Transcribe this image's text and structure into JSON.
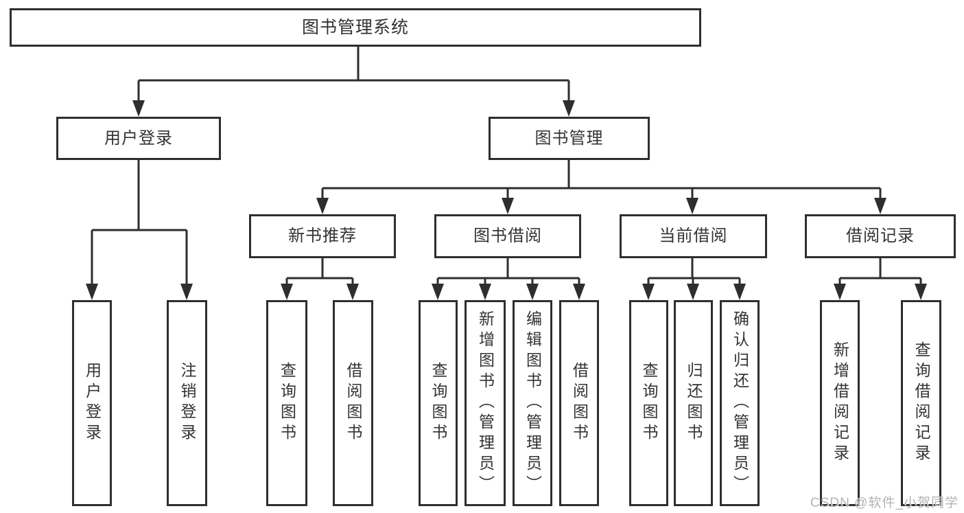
{
  "tree": {
    "root": {
      "label": "图书管理系统"
    },
    "user_login": {
      "label": "用户登录",
      "children": [
        {
          "label": "用户登录"
        },
        {
          "label": "注销登录"
        }
      ]
    },
    "book_mgmt": {
      "label": "图书管理",
      "children": [
        {
          "label": "新书推荐",
          "children": [
            {
              "label": "查询图书"
            },
            {
              "label": "借阅图书"
            }
          ]
        },
        {
          "label": "图书借阅",
          "children": [
            {
              "label": "查询图书"
            },
            {
              "label": "新增图书（管理员）"
            },
            {
              "label": "编辑图书（管理员）"
            },
            {
              "label": "借阅图书"
            }
          ]
        },
        {
          "label": "当前借阅",
          "children": [
            {
              "label": "查询图书"
            },
            {
              "label": "归还图书"
            },
            {
              "label": "确认归还（管理员）"
            }
          ]
        },
        {
          "label": "借阅记录",
          "children": [
            {
              "label": "新增借阅记录"
            },
            {
              "label": "查询借阅记录"
            }
          ]
        }
      ]
    }
  },
  "watermark": "CSDN @软件_小贺同学",
  "colors": {
    "line": "#2e2e2e",
    "text": "#333333",
    "watermark": "#b3b3b3",
    "background": "#ffffff"
  }
}
